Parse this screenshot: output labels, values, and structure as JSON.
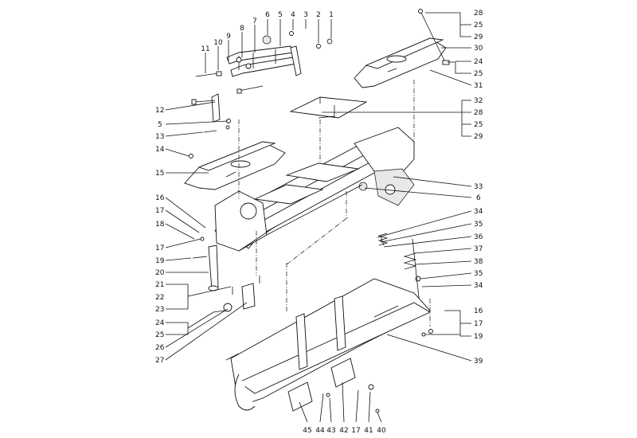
{
  "figure": {
    "type": "exploded-parts-diagram",
    "callouts": {
      "top": [
        "11",
        "10",
        "9",
        "8",
        "7",
        "6",
        "5",
        "4",
        "3",
        "2",
        "1"
      ],
      "left": [
        "12",
        "5",
        "13",
        "14",
        "15",
        "16",
        "17",
        "18",
        "17",
        "19",
        "20",
        "21",
        "22",
        "23",
        "24",
        "25",
        "26",
        "27"
      ],
      "right_upper": [
        "28",
        "25",
        "29",
        "30",
        "24",
        "25",
        "31",
        "32",
        "28",
        "25",
        "29",
        "33",
        "6"
      ],
      "right_lower": [
        "34",
        "35",
        "36",
        "37",
        "38",
        "35",
        "34",
        "16",
        "17",
        "19",
        "39"
      ],
      "bottom": [
        "45",
        "44",
        "43",
        "42",
        "17",
        "41",
        "40"
      ]
    }
  }
}
